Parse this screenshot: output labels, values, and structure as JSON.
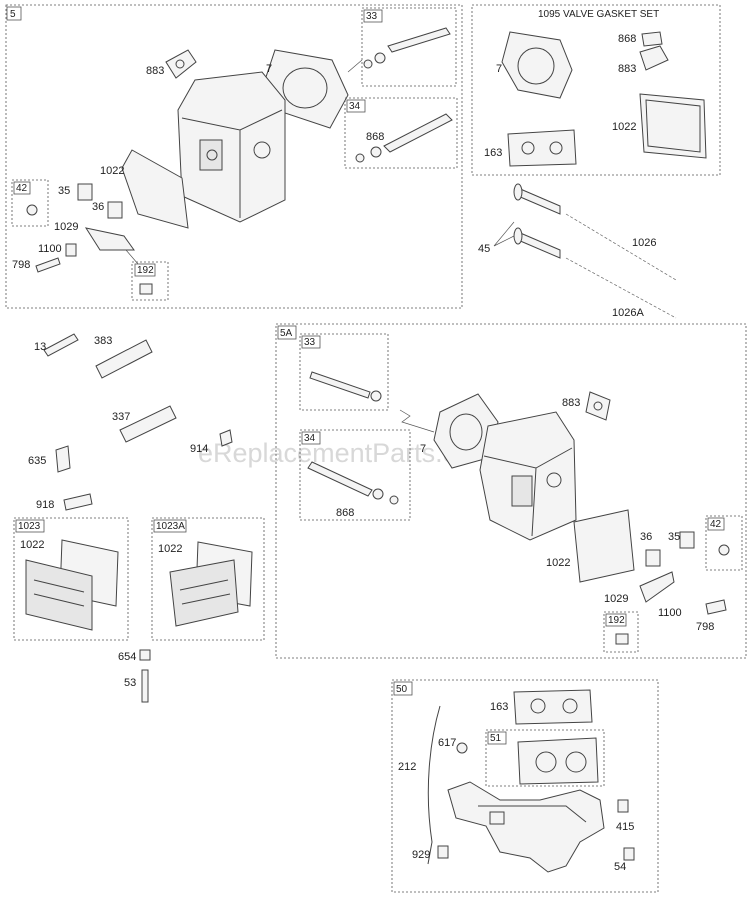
{
  "watermark": "eReplacementParts.com",
  "groups": {
    "g5": "5",
    "g33a": "33",
    "g34a": "34",
    "g42a": "42",
    "g192a": "192",
    "valve_gasket_set": "1095 VALVE GASKET SET",
    "g5a": "5A",
    "g33b": "33",
    "g34b": "34",
    "g42b": "42",
    "g192b": "192",
    "g1023": "1023",
    "g1023a": "1023A",
    "g50": "50",
    "g51": "51"
  },
  "labels": {
    "p883a": "883",
    "p7a": "7",
    "p868a": "868",
    "p1022a": "1022",
    "p35a": "35",
    "p36a": "36",
    "p1029a": "1029",
    "p1100a": "1100",
    "p798a": "798",
    "p7b": "7",
    "p868b": "868",
    "p883b": "883",
    "p1022b": "1022",
    "p163a": "163",
    "p45": "45",
    "p1026": "1026",
    "p1026a": "1026A",
    "p13": "13",
    "p383": "383",
    "p337": "337",
    "p914": "914",
    "p635": "635",
    "p918": "918",
    "p1022c": "1022",
    "p1022d": "1022",
    "p654": "654",
    "p53": "53",
    "p883c": "883",
    "p7c": "7",
    "p868c": "868",
    "p1022e": "1022",
    "p36b": "36",
    "p35b": "35",
    "p1029b": "1029",
    "p1100b": "1100",
    "p798b": "798",
    "p163b": "163",
    "p212": "212",
    "p617": "617",
    "p415": "415",
    "p929": "929",
    "p54": "54"
  }
}
